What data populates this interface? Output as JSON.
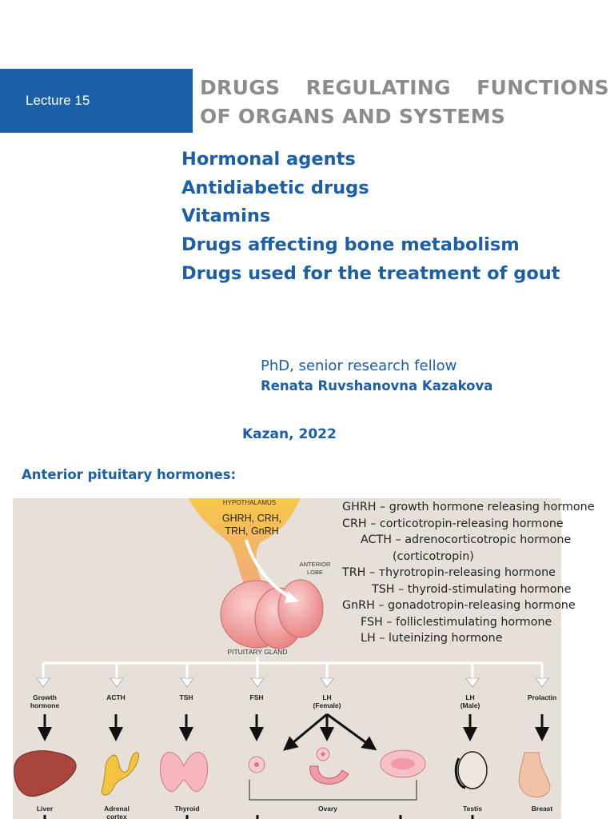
{
  "header": {
    "lecture_label": "Lecture 15",
    "title": "DRUGS REGULATING FUNCTIONS OF ORGANS AND SYSTEMS"
  },
  "topics": [
    "Hormonal agents",
    "Antidiabetic drugs",
    "Vitamins",
    "Drugs affecting bone metabolism",
    "Drugs used for the treatment of gout"
  ],
  "author": {
    "role": "PhD, senior research fellow",
    "name": "Renata Ruvshanovna Kazakova"
  },
  "place_year": "Kazan, 2022",
  "section_heading": "Anterior pituitary hormones:",
  "figure": {
    "hypothalamus_label": "HYPOTHALAMUS",
    "releasing_line1": "GHRH, CRH,",
    "releasing_line2": "TRH, GnRH",
    "anterior_lobe_line1": "ANTERIOR",
    "anterior_lobe_line2": "LOBE",
    "pituitary_label": "PITUITARY GLAND",
    "hormones": [
      {
        "line1": "Growth",
        "line2": "hormone"
      },
      {
        "line1": "ACTH",
        "line2": ""
      },
      {
        "line1": "TSH",
        "line2": ""
      },
      {
        "line1": "FSH",
        "line2": ""
      },
      {
        "line1": "LH",
        "line2": "(Female)"
      },
      {
        "line1": "LH",
        "line2": "(Male)"
      },
      {
        "line1": "Prolactin",
        "line2": ""
      }
    ],
    "organs": {
      "liver": "Liver",
      "adrenal_line1": "Adrenal",
      "adrenal_line2": "cortex",
      "thyroid": "Thyroid",
      "ovary": "Ovary",
      "testis": "Testis",
      "breast": "Breast"
    }
  },
  "abbreviations": [
    "GHRH – growth hormone releasing hormone",
    "CRH –  corticotropin-releasing hormone",
    "ACTH – adrenocorticotropic hormone",
    "(corticotropin)",
    "TRH – тhyrotropin-releasing hormone",
    "TSH – thyroid-stimulating hormone",
    "GnRH – gonadotropin-releasing hormone",
    "FSH – folliclestimulating hormone",
    "LH –  luteinizing hormone"
  ],
  "colors": {
    "brand_blue": "#1a5fa8",
    "title_gray": "#8c8c8c",
    "figure_bg": "#e6e0d8",
    "gland_pink": "#f0a0a0",
    "hypothalamus_yellow": "#f5c542"
  }
}
